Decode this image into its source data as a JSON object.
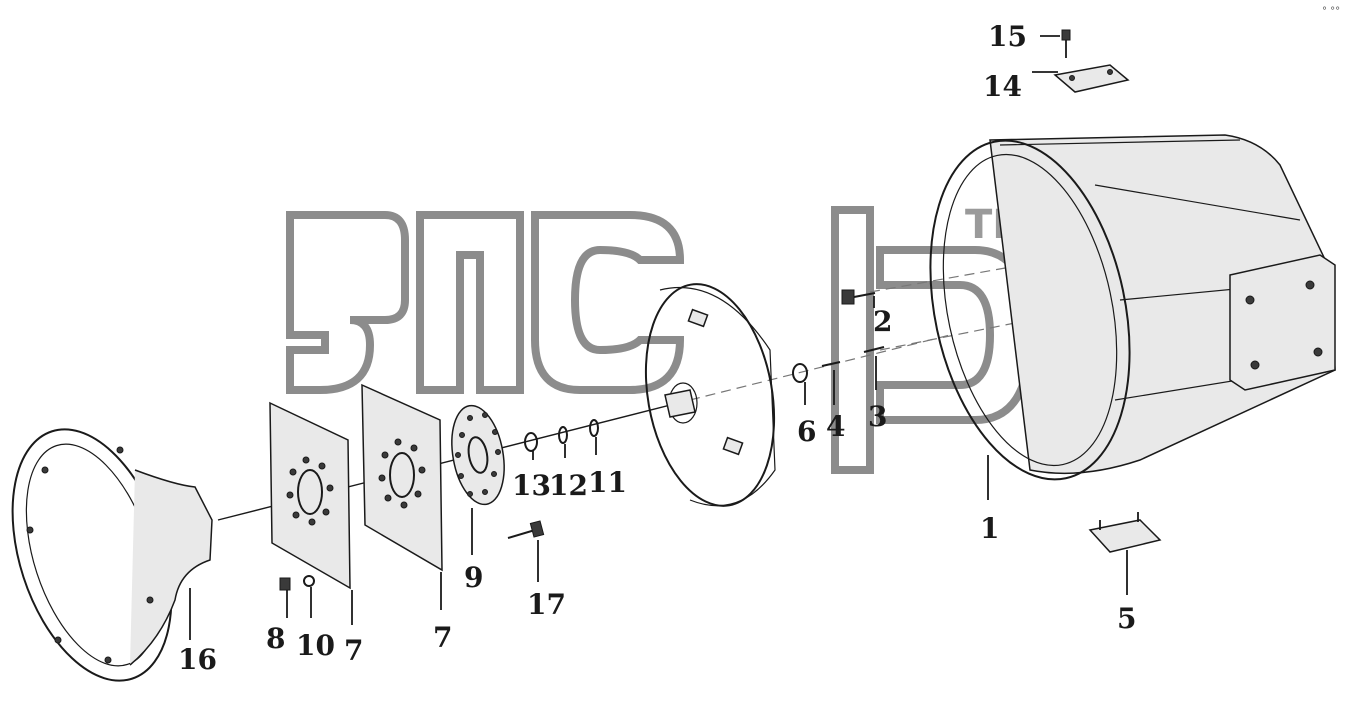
{
  "diagram": {
    "watermark_mark": "TM",
    "corner_mark": "° °°",
    "callouts": [
      {
        "id": "callout-1",
        "text": "1"
      },
      {
        "id": "callout-2",
        "text": "2"
      },
      {
        "id": "callout-3",
        "text": "3"
      },
      {
        "id": "callout-4",
        "text": "4"
      },
      {
        "id": "callout-5",
        "text": "5"
      },
      {
        "id": "callout-6",
        "text": "6"
      },
      {
        "id": "callout-7a",
        "text": "7"
      },
      {
        "id": "callout-7b",
        "text": "7"
      },
      {
        "id": "callout-8",
        "text": "8"
      },
      {
        "id": "callout-9",
        "text": "9"
      },
      {
        "id": "callout-10",
        "text": "10"
      },
      {
        "id": "callout-11",
        "text": "11"
      },
      {
        "id": "callout-12",
        "text": "12"
      },
      {
        "id": "callout-13",
        "text": "13"
      },
      {
        "id": "callout-14",
        "text": "14"
      },
      {
        "id": "callout-15",
        "text": "15"
      },
      {
        "id": "callout-16",
        "text": "16"
      },
      {
        "id": "callout-17",
        "text": "17"
      }
    ]
  }
}
